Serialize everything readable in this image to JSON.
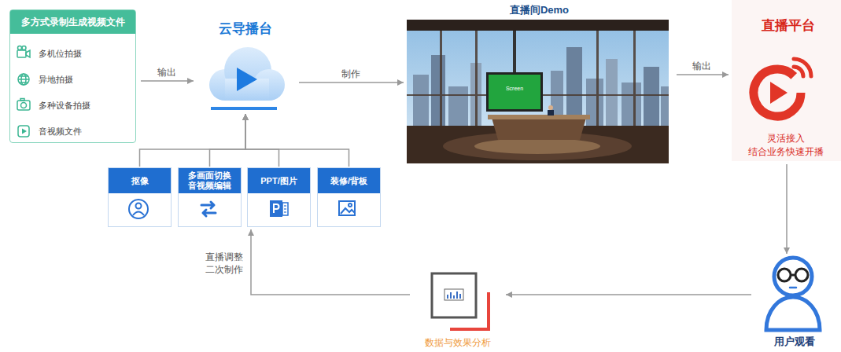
{
  "diagram": {
    "nodes": [
      {
        "text": [
          "多方式录制生成视频文件"
        ]
      },
      {
        "text": [
          "多机位拍摄"
        ],
        "in": 0
      },
      {
        "text": [
          "异地拍摄"
        ],
        "in": 0
      },
      {
        "text": [
          "多种设备拍摄"
        ],
        "in": 0
      },
      {
        "text": [
          "音视频文件"
        ],
        "in": 0
      },
      {
        "text": [
          "云导播台"
        ]
      },
      {
        "text": [
          "直播间Demo"
        ]
      },
      {
        "text": [
          "直播平台",
          "灵活接入 结合业务快速开播"
        ]
      },
      {
        "text": [
          "抠像"
        ]
      },
      {
        "text": [
          "多画面切换 音视频编辑"
        ]
      },
      {
        "text": [
          "PPT/图片"
        ]
      },
      {
        "text": [
          "装修/背板"
        ]
      },
      {
        "text": [
          "数据与效果分析"
        ]
      },
      {
        "text": [
          "用户观看"
        ]
      }
    ],
    "edges": [
      {
        "from": 0,
        "to": 5,
        "label": "输出",
        "arrow": "to"
      },
      {
        "from": 5,
        "to": 6,
        "label": "制作",
        "arrow": "to"
      },
      {
        "from": 6,
        "to": 7,
        "label": "输出",
        "arrow": "to"
      },
      {
        "from": 8,
        "to": 5,
        "arrow": "to"
      },
      {
        "from": 9,
        "to": 5,
        "arrow": "to"
      },
      {
        "from": 10,
        "to": 5,
        "arrow": "to"
      },
      {
        "from": 11,
        "to": 5,
        "arrow": "to"
      },
      {
        "from": 7,
        "to": 13,
        "arrow": "to"
      },
      {
        "from": 13,
        "to": 12,
        "arrow": "to"
      },
      {
        "from": 12,
        "to": 10,
        "label": "直播调整 二次制作",
        "arrow": "to"
      }
    ],
    "labels": [
      "Screen"
    ]
  }
}
